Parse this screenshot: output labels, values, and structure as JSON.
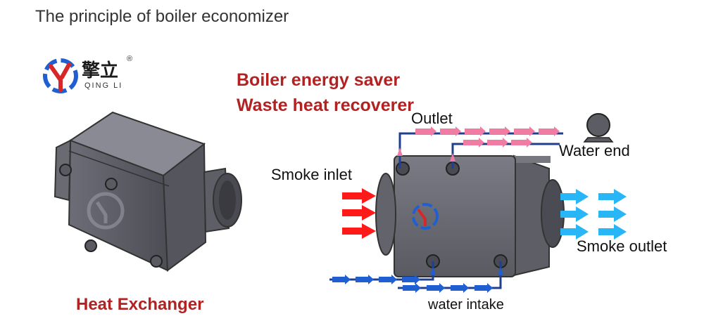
{
  "title": "The principle of boiler economizer",
  "subtitle_line1": "Boiler energy saver",
  "subtitle_line2": "Waste heat recoverer",
  "left_caption": "Heat Exchanger",
  "labels": {
    "outlet": "Outlet",
    "water_end": "Water end",
    "smoke_inlet": "Smoke inlet",
    "smoke_outlet": "Smoke outlet",
    "water_intake": "water intake"
  },
  "logo": {
    "brand_text": "擎立",
    "registered_mark": "®",
    "sub_text": "QING LI"
  },
  "colors": {
    "title_red": "#b22222",
    "hot_arrow": "#ff1a1a",
    "cold_pipe": "#1f5fd1",
    "outlet_pipe": "#f07ca3",
    "exhaust_arrow": "#29b6f6",
    "metal_body": "#5a5a62"
  },
  "icons": [
    "pump-icon",
    "logo-icon"
  ]
}
